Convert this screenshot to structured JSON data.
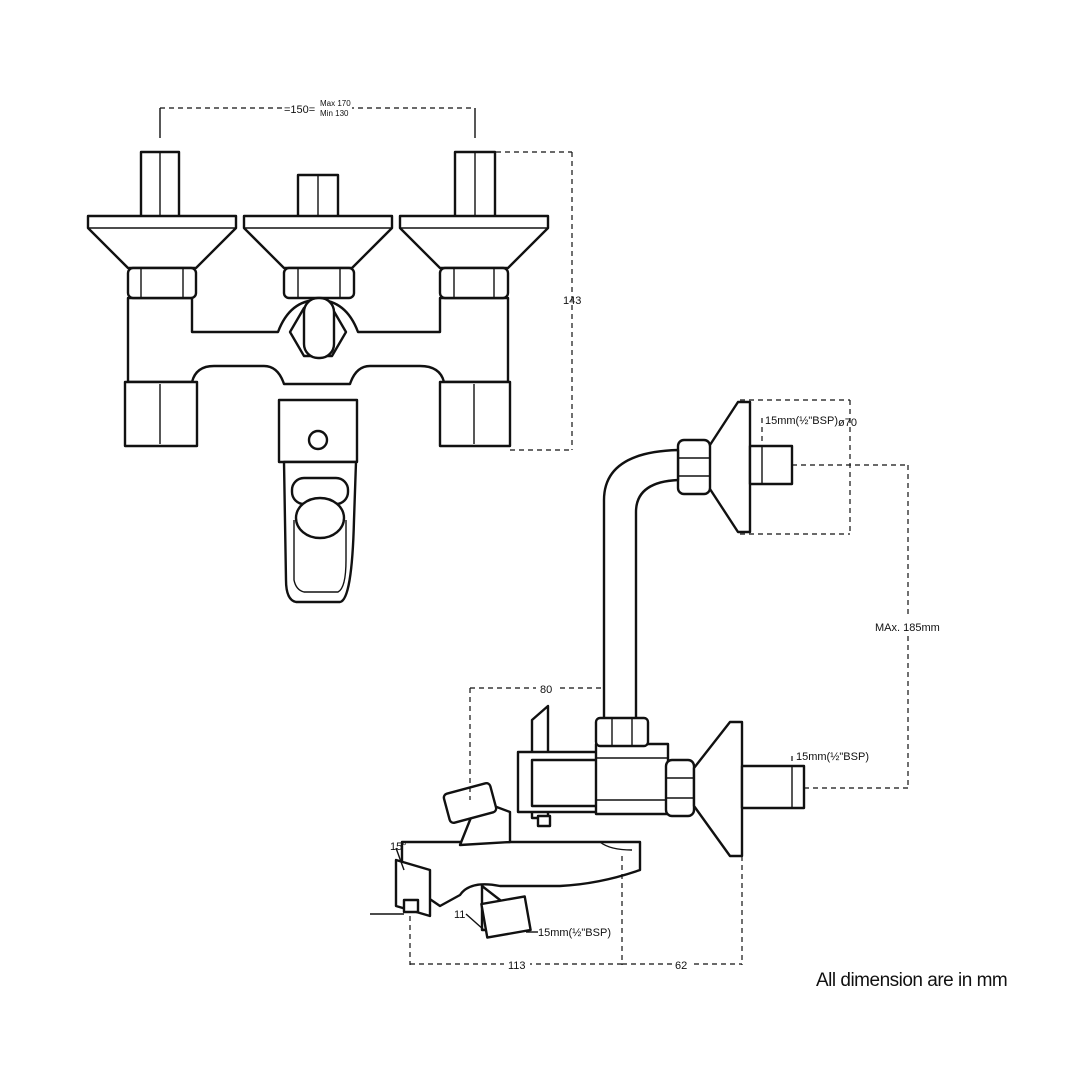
{
  "front_view": {
    "centers_dimension": "=150=",
    "centers_max": "Max 170",
    "centers_min": "Min 130",
    "height_dimension": "143"
  },
  "side_view": {
    "top_connection": "15mm(½\"BSP)",
    "flange_diameter": "ø70",
    "vertical_distance": "MAx. 185mm",
    "bottom_connection": "15mm(½\"BSP)",
    "depth_dimension": "80",
    "tilt_angle": "15°",
    "outlet_dimension": "11",
    "outlet_connection": "15mm(½\"BSP)",
    "spout_length": "113",
    "wall_offset": "62"
  },
  "footnote": "All dimension are in mm"
}
